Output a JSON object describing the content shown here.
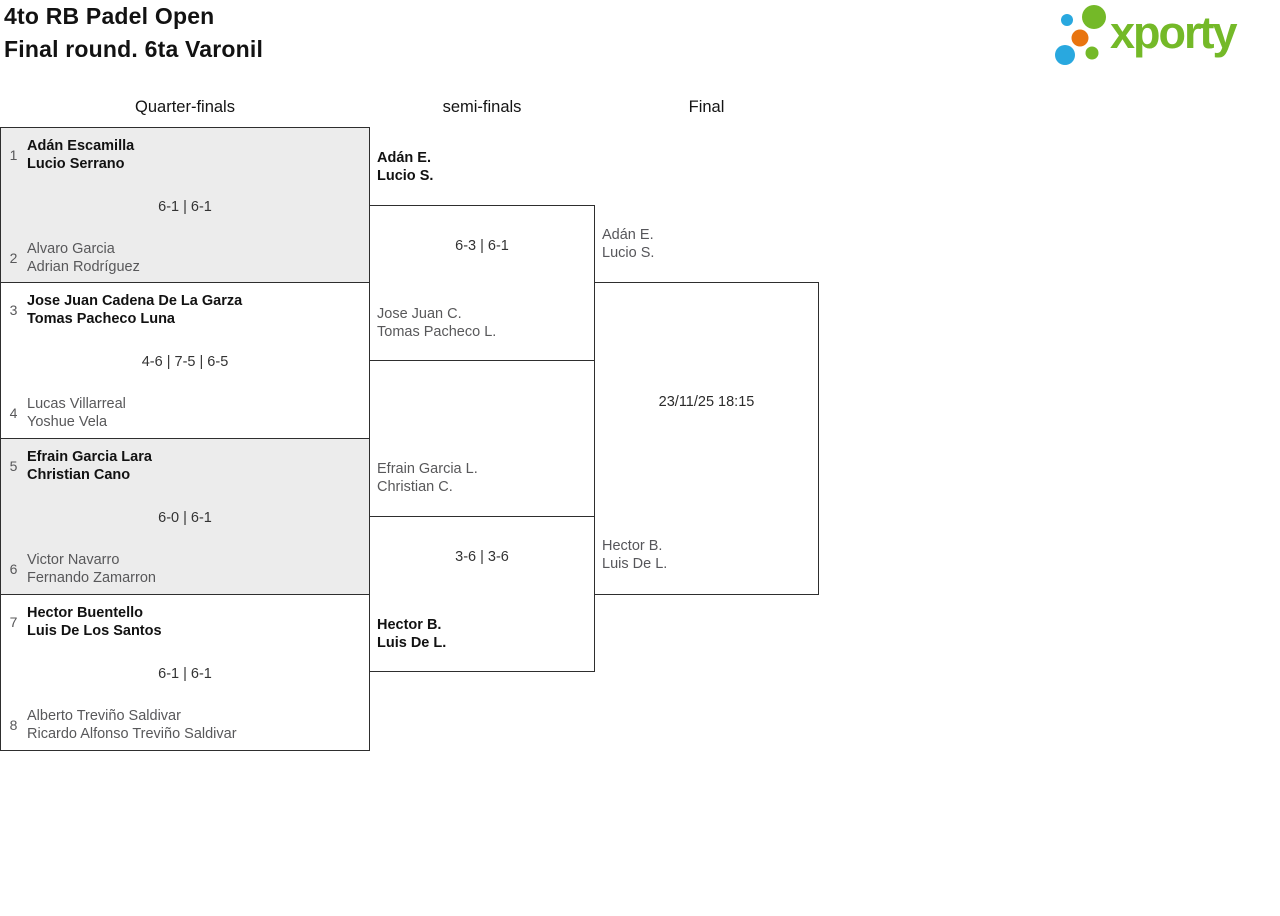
{
  "page": {
    "title_line1": "4to RB Padel Open",
    "title_line2": "Final round. 6ta Varonil"
  },
  "logo": {
    "text": "xporty",
    "colors": {
      "green": "#74b928",
      "blue": "#29a8df",
      "orange": "#e8740f"
    }
  },
  "columns": {
    "quarterfinals": "Quarter-finals",
    "semifinals": "semi-finals",
    "final": "Final"
  },
  "colors": {
    "border": "#2e2e2e",
    "shaded_box": "#ececec",
    "winner_text": "#121212",
    "loser_text": "#58585a"
  },
  "quarterfinals": [
    {
      "seed_top": "1",
      "top": [
        "Adán Escamilla",
        "Lucio Serrano"
      ],
      "top_is_winner": true,
      "score": "6-1 | 6-1",
      "seed_bottom": "2",
      "bottom": [
        "Alvaro Garcia",
        "Adrian Rodríguez"
      ],
      "bottom_is_winner": false
    },
    {
      "seed_top": "3",
      "top": [
        "Jose Juan Cadena De La Garza",
        "Tomas Pacheco Luna"
      ],
      "top_is_winner": true,
      "score": "4-6 | 7-5 | 6-5",
      "seed_bottom": "4",
      "bottom": [
        "Lucas Villarreal",
        "Yoshue Vela"
      ],
      "bottom_is_winner": false
    },
    {
      "seed_top": "5",
      "top": [
        "Efrain Garcia Lara",
        "Christian Cano"
      ],
      "top_is_winner": true,
      "score": "6-0 | 6-1",
      "seed_bottom": "6",
      "bottom": [
        "Victor Navarro",
        "Fernando Zamarron"
      ],
      "bottom_is_winner": false
    },
    {
      "seed_top": "7",
      "top": [
        "Hector Buentello",
        "Luis De Los Santos"
      ],
      "top_is_winner": true,
      "score": "6-1 | 6-1",
      "seed_bottom": "8",
      "bottom": [
        "Alberto Treviño Saldivar",
        "Ricardo Alfonso Treviño Saldivar"
      ],
      "bottom_is_winner": false
    }
  ],
  "semifinals": [
    {
      "top": [
        "Adán E.",
        "Lucio S."
      ],
      "top_is_winner": true,
      "score": "6-3 | 6-1",
      "bottom": [
        "Jose Juan C.",
        "Tomas Pacheco L."
      ],
      "bottom_is_winner": false
    },
    {
      "top": [
        "Efrain Garcia L.",
        "Christian C."
      ],
      "top_is_winner": false,
      "score": "3-6 | 3-6",
      "bottom": [
        "Hector B.",
        "Luis De L."
      ],
      "bottom_is_winner": true
    }
  ],
  "final": {
    "top": [
      "Adán E.",
      "Lucio S."
    ],
    "bottom": [
      "Hector B.",
      "Luis De L."
    ],
    "schedule": "23/11/25 18:15"
  }
}
